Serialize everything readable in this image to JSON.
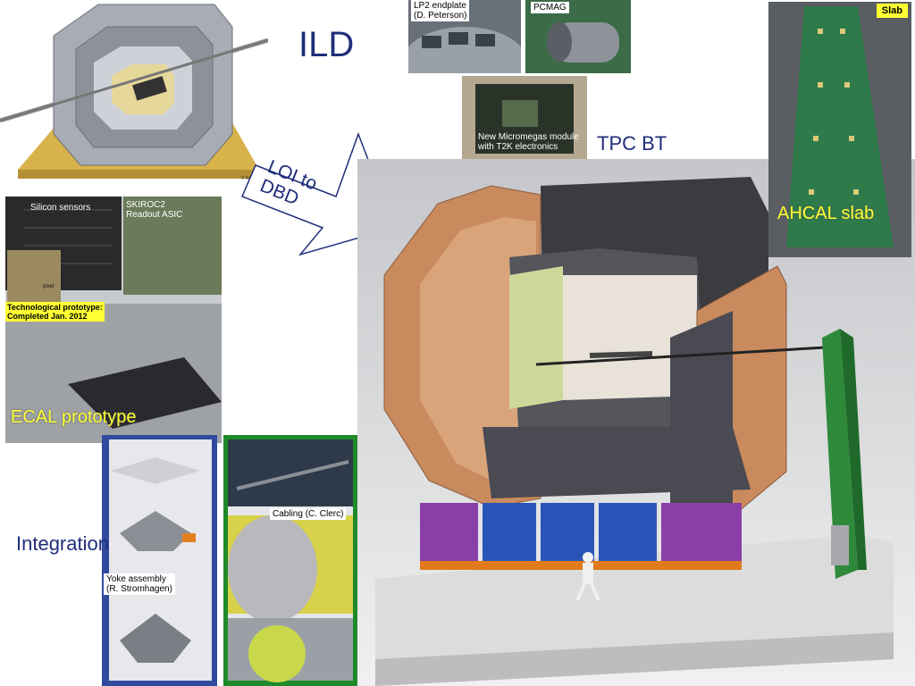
{
  "title": "ILD",
  "labels": {
    "loi_arrow": "LOI to DBD",
    "tpc_bt": "TPC BT",
    "ahcal_slab": "AHCAL slab",
    "ecal_prototype": "ECAL prototype",
    "integration": "Integration"
  },
  "captions": {
    "ild_credit": "© Rey.Hori",
    "tpc_endplate": "LP2 endplate\n(D. Peterson)",
    "pcmag": "PCMAG",
    "micromegas": "New Micromegas module\nwith T2K electronics",
    "slab_tag": "Slab",
    "silicon_sensors": "Silicon sensors",
    "skiroc": "SKIROC2\nReadout ASIC",
    "pixel": "pixel",
    "tech_proto": "Technological prototype:\nCompleted Jan. 2012",
    "yoke_assembly": "Yoke assembly\n(R. Stromhagen)",
    "cabling": "Cabling (C. Clerc)"
  },
  "colors": {
    "title_blue": "#1f2e7a",
    "highlight_yellow": "#ffff33",
    "integration_panel_blue": "#2f4a9e",
    "integration_panel_green": "#1f8a2a",
    "detector_copper": "#c98a5e",
    "detector_dark": "#3b3b40",
    "yoke_purple": "#8a3fa8",
    "yoke_blue": "#2a55b8"
  }
}
